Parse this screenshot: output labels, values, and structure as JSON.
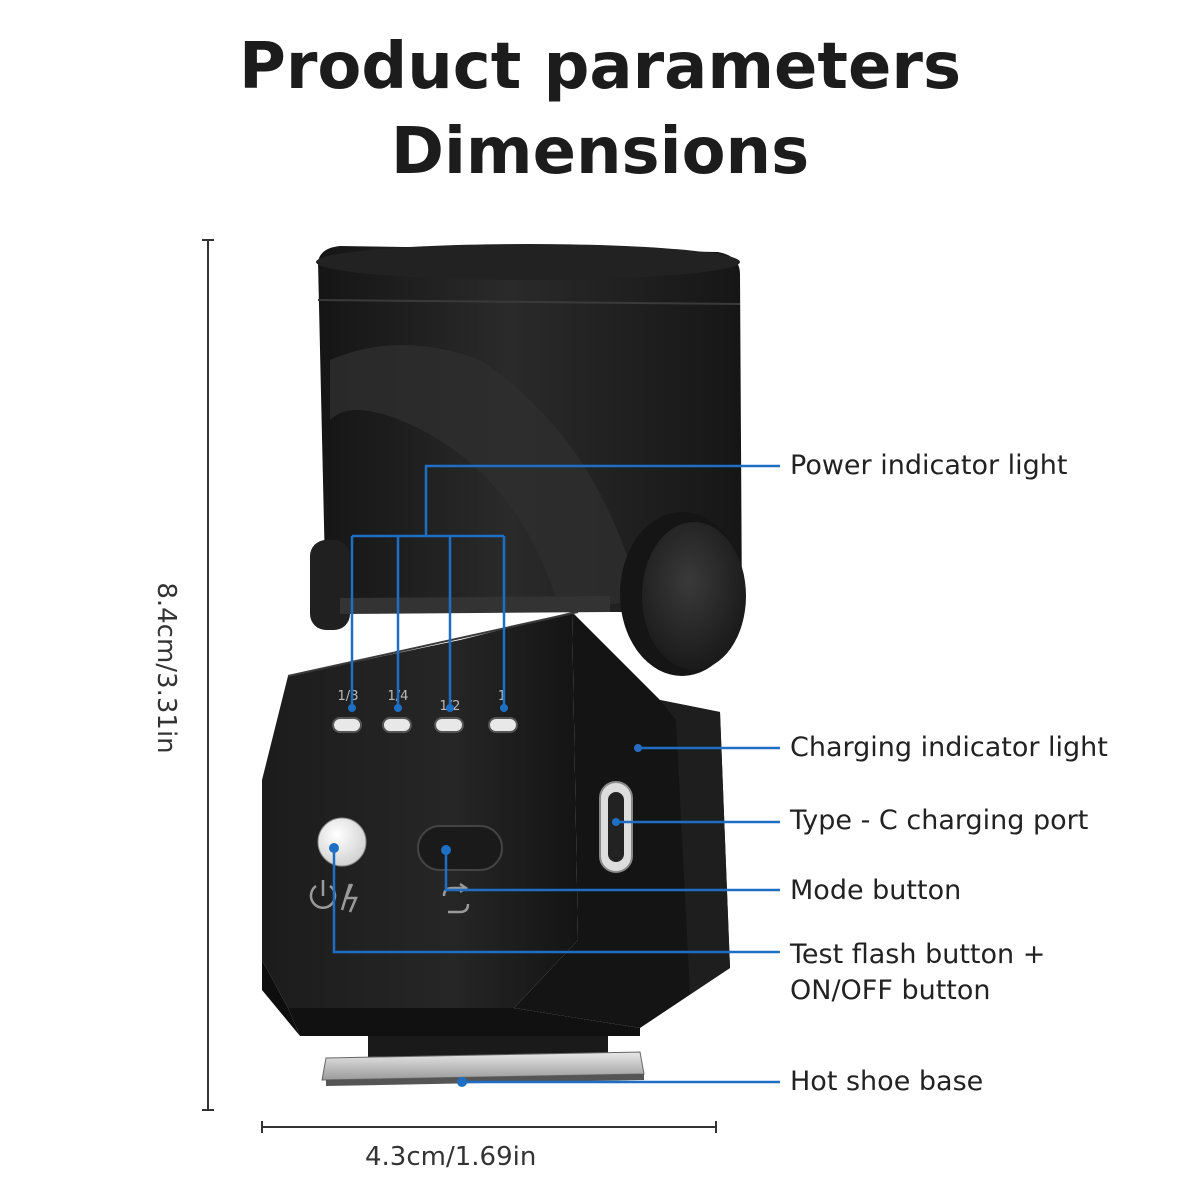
{
  "title_line1": "Product parameters",
  "title_line2": "Dimensions",
  "dimensions": {
    "height": "8.4cm/3.31in",
    "width": "4.3cm/1.69in"
  },
  "callouts": [
    {
      "id": "power-indicator",
      "label": "Power indicator light"
    },
    {
      "id": "charging-indicator",
      "label": "Charging indicator light"
    },
    {
      "id": "type-c-port",
      "label": "Type - C charging port"
    },
    {
      "id": "mode-button",
      "label": "Mode button"
    },
    {
      "id": "test-flash",
      "label": "Test flash button +\nON/OFF button"
    },
    {
      "id": "hot-shoe",
      "label": "Hot shoe base"
    }
  ],
  "led_labels": [
    "1/8",
    "1/4",
    "1/2",
    "1"
  ],
  "colors": {
    "leader_line": "#1e6fc4",
    "body": "#1b1b1b",
    "body_light": "#2c2c2c"
  }
}
